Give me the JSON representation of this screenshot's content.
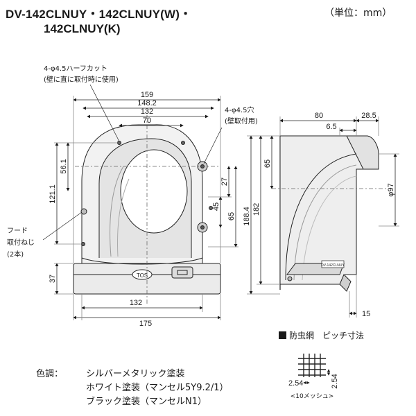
{
  "header": {
    "title_line1": "DV-142CLNUY・142CLNUY(W)・",
    "title_line2": "142CLNUY(K)",
    "unit": "（単位：mm）"
  },
  "notes": {
    "half_cut_line1": "4-φ4.5ハーフカット",
    "half_cut_line2": "(壁に直に取付時に使用)",
    "wall_hole_line1": "4-φ4.5穴",
    "wall_hole_line2": "(壁取付用)",
    "hood_screw_line1": "フード",
    "hood_screw_line2": "取付ねじ",
    "hood_screw_line3": "(2本)"
  },
  "front_view": {
    "dims": {
      "w159": "159",
      "w148": "148.2",
      "w132_top": "132",
      "w70": "70",
      "h56": "56.1",
      "h121": "121.1",
      "h37": "37",
      "w132_bottom": "132",
      "w175": "175",
      "h27": "27",
      "h45": "45",
      "h65_front": "65",
      "h188": "188.4",
      "h182": "182"
    },
    "label_tos": "TOS"
  },
  "side_view": {
    "dims": {
      "w80": "80",
      "w28": "28.5",
      "w6": "6.5",
      "h65": "65",
      "dia97": "φ97",
      "w15": "15"
    },
    "label_plate": "DV-142CLNUY"
  },
  "legend": {
    "mesh_label": "防虫網",
    "pitch_label": "ピッチ寸法",
    "pitch_a": "2.54",
    "pitch_b": "2.54",
    "mesh_count": "<10メッシュ>"
  },
  "colors": {
    "label": "色調：",
    "items": [
      "シルバーメタリック塗装",
      "ホワイト塗装（マンセル5Y9.2/1）",
      "ブラック塗装（マンセルN1）"
    ]
  }
}
